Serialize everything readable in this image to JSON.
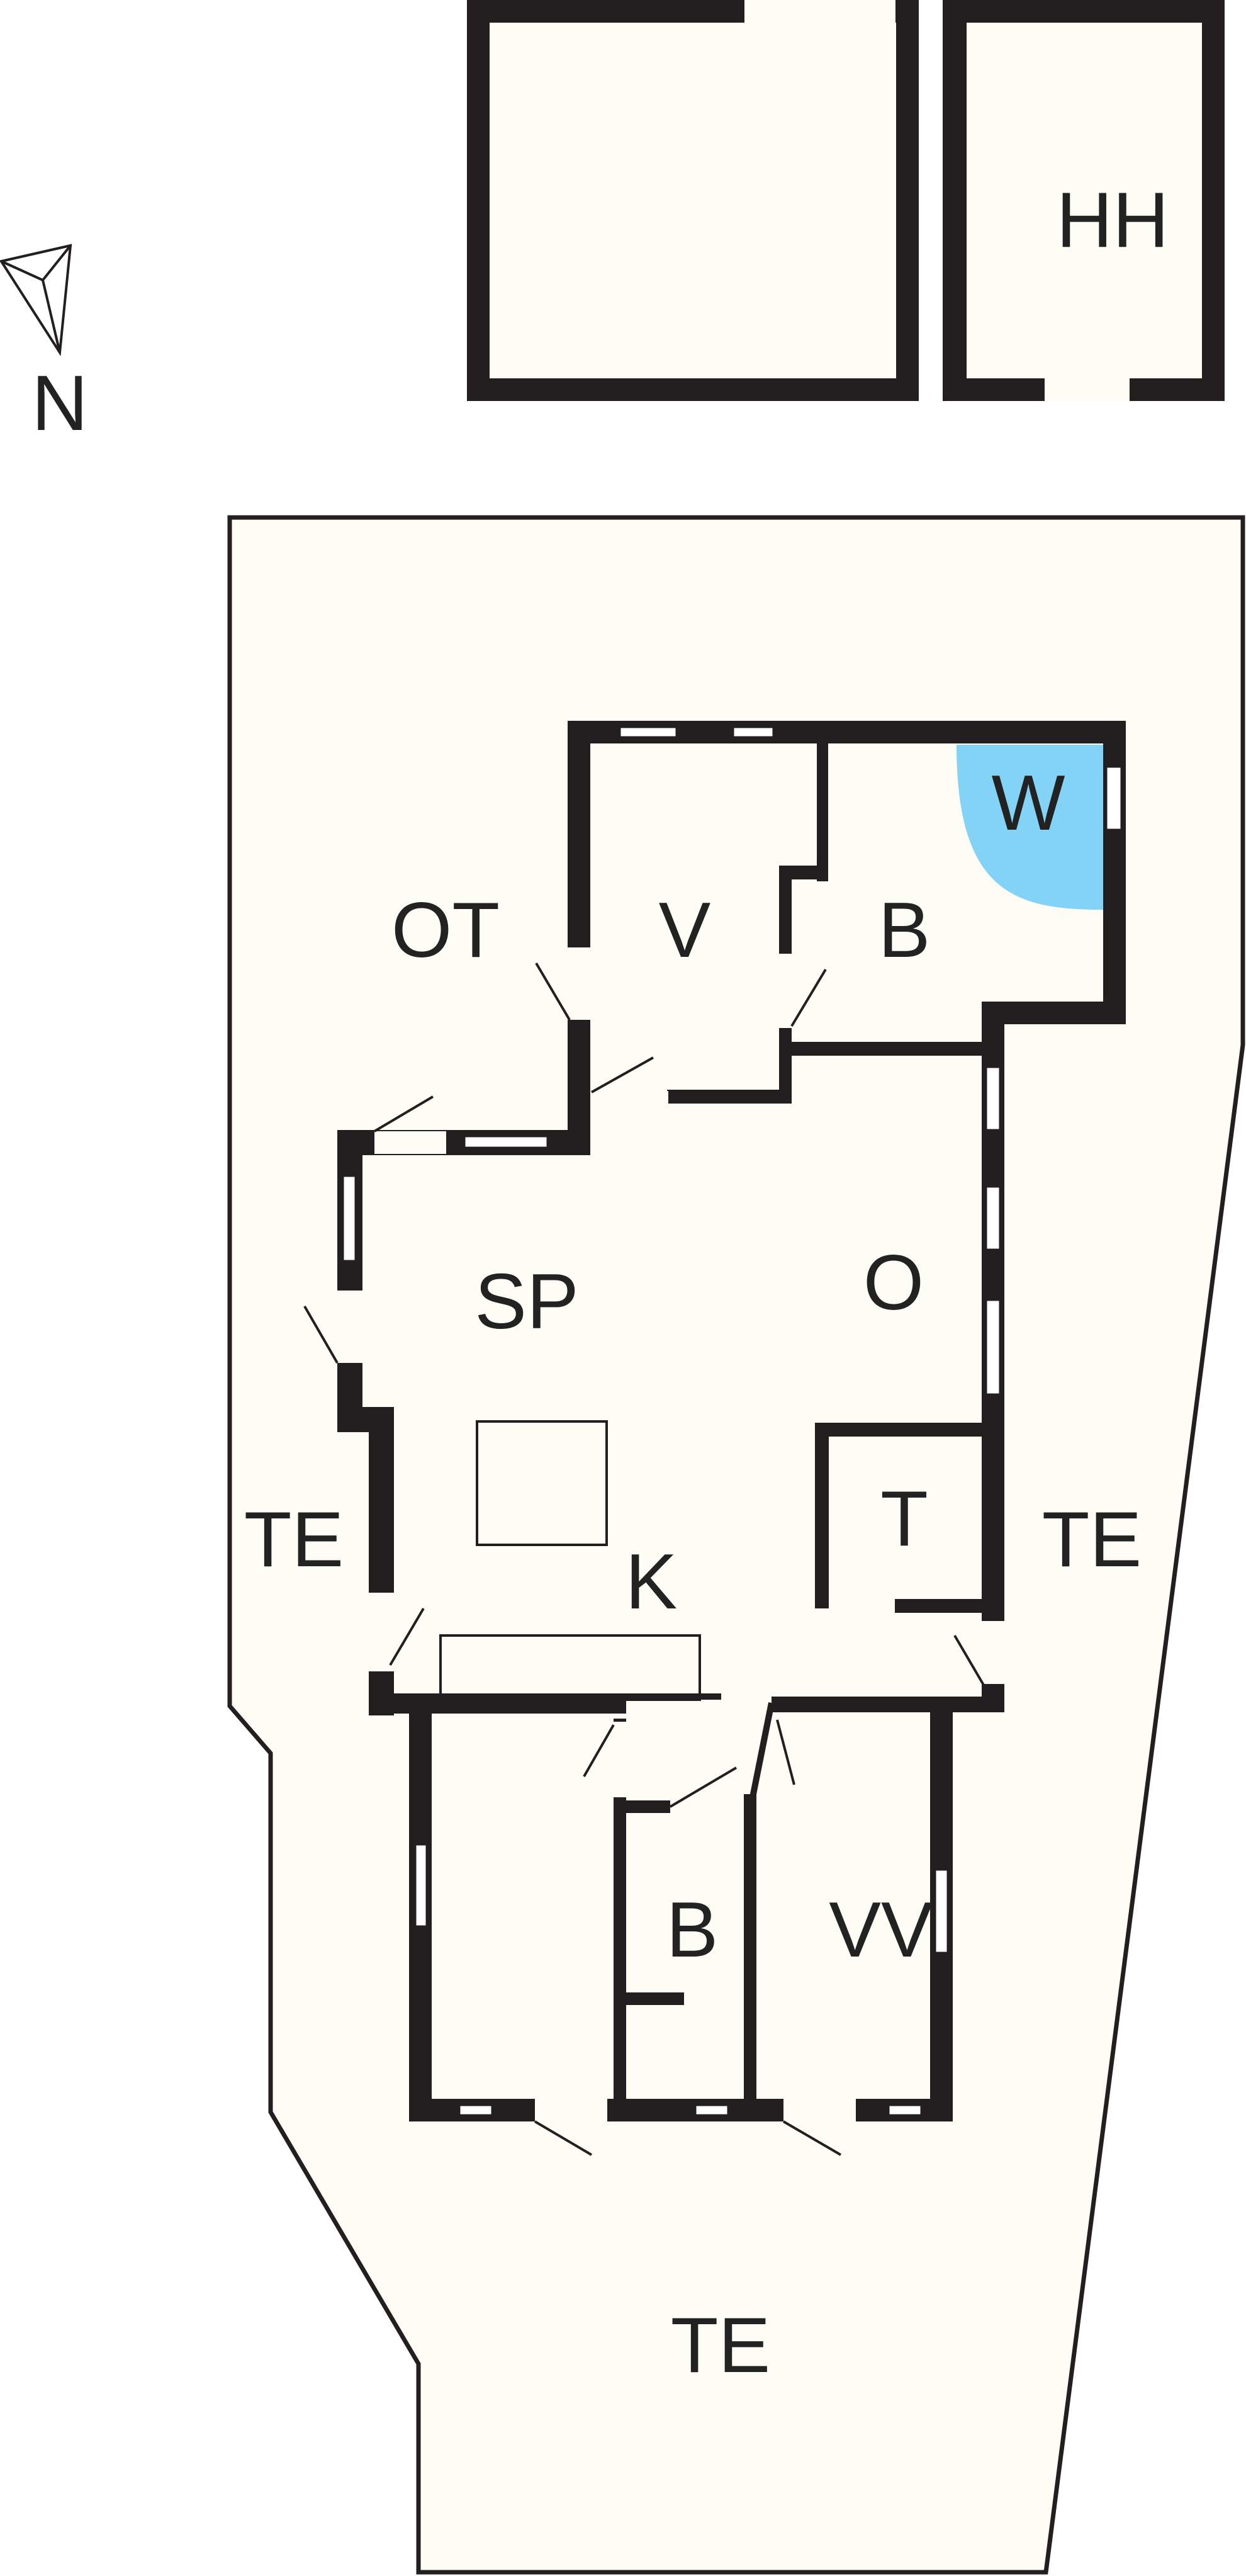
{
  "compass": {
    "north_label": "N"
  },
  "rooms": {
    "hh": "HH",
    "ot": "OT",
    "v": "V",
    "b_upper": "B",
    "w": "W",
    "sp": "SP",
    "o": "O",
    "t": "T",
    "k": "K",
    "b_lower": "B",
    "vv": "VV",
    "te_left": "TE",
    "te_right": "TE",
    "te_bottom": "TE"
  },
  "colors": {
    "wall": "#231f20",
    "floor": "#fdfdf6",
    "outline": "#231f20",
    "wet_area": "#82d3f5",
    "background": "#ffffff"
  }
}
